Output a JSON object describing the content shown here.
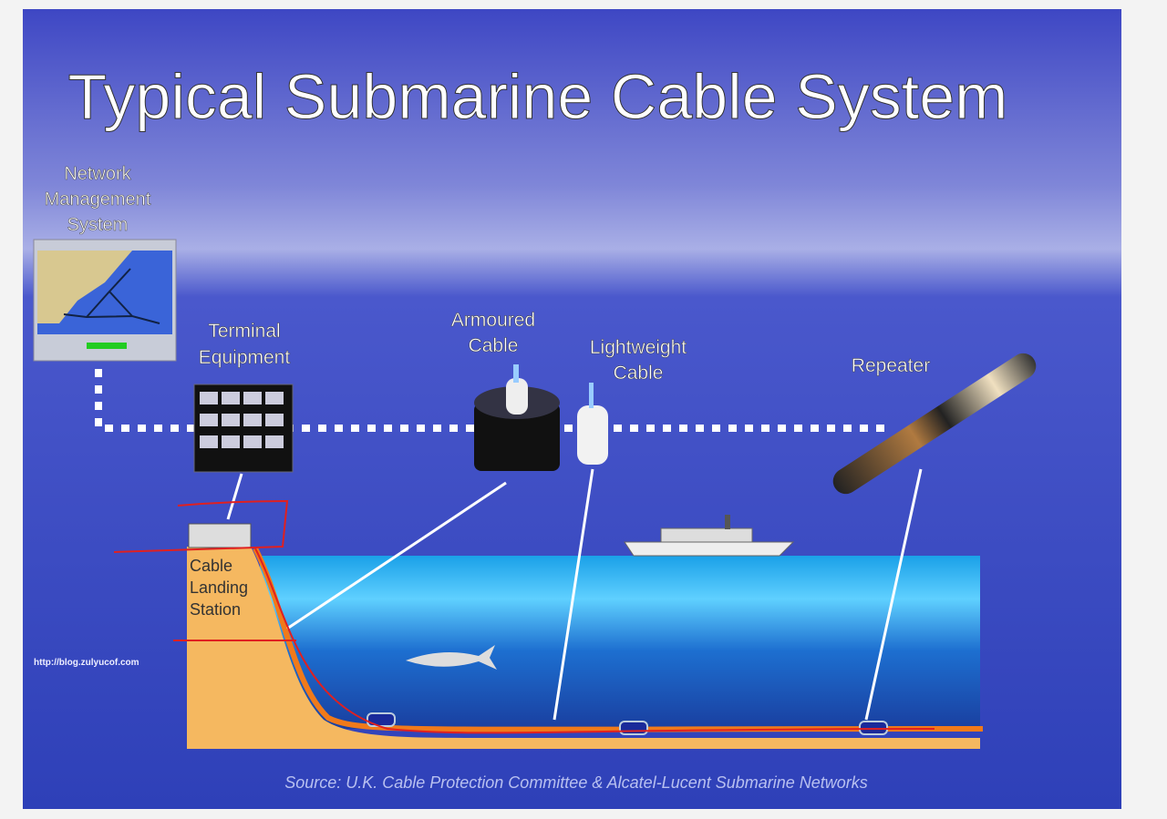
{
  "slide": {
    "title": "Typical Submarine Cable System",
    "labels": {
      "nms_line1": "Network",
      "nms_line2": "Management",
      "nms_line3": "System",
      "terminal_line1": "Terminal",
      "terminal_line2": "Equipment",
      "armoured_line1": "Armoured",
      "armoured_line2": "Cable",
      "lightweight_line1": "Lightweight",
      "lightweight_line2": "Cable",
      "repeater": "Repeater",
      "cls_line1": "Cable",
      "cls_line2": "Landing",
      "cls_line3": "Station"
    },
    "url": "http://blog.zulyucof.com",
    "source": "Source: U.K. Cable Protection Committee & Alcatel-Lucent Submarine Networks"
  },
  "colors": {
    "sky": "#3a45c0",
    "sea": "#1a4fb8",
    "land": "#f5b860",
    "cable": "#f07a1a",
    "annotation": "#e02020"
  }
}
